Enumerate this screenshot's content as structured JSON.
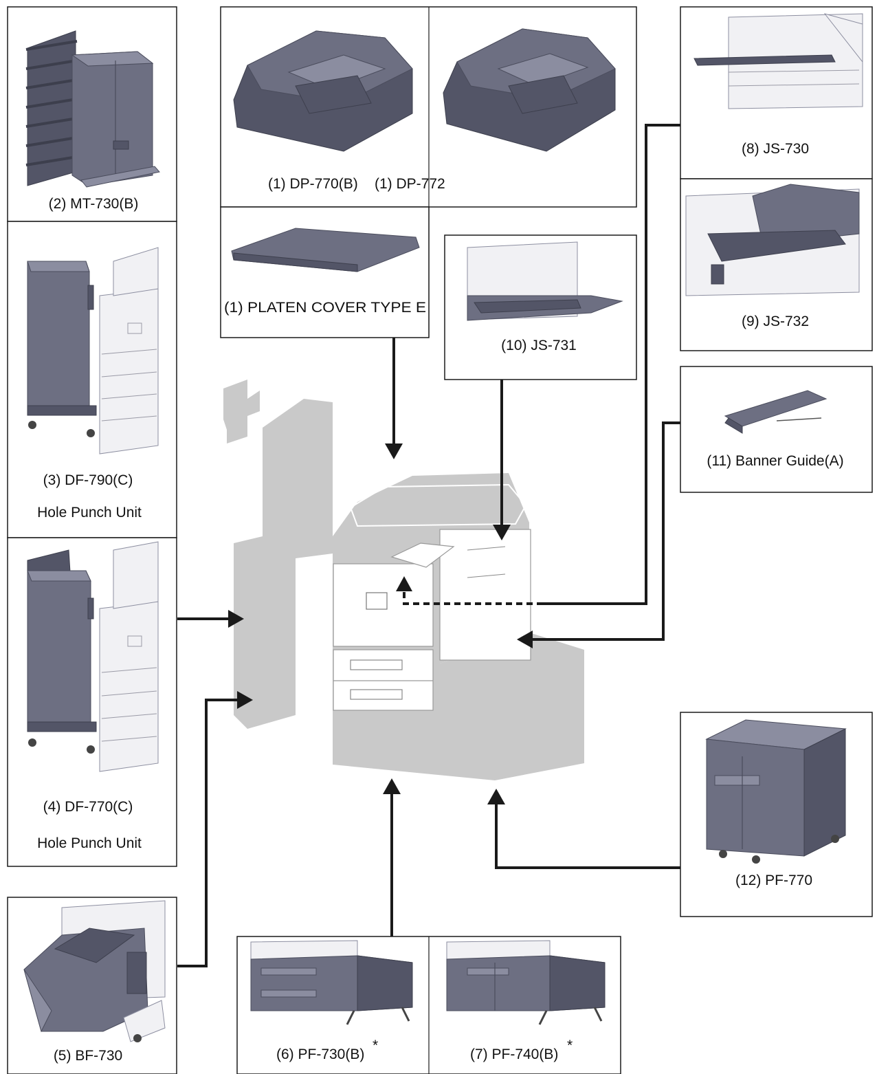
{
  "labels": {
    "dp770b": "(1) DP-770(B)",
    "dp772": "(1) DP-772",
    "platen": "(1) PLATEN COVER TYPE E",
    "mt730b": "(2) MT-730(B)",
    "df790c": "(3) DF-790(C)",
    "df790c_sub": "Hole Punch Unit",
    "df770c": "(4) DF-770(C)",
    "df770c_sub": "Hole Punch Unit",
    "bf730": "(5) BF-730",
    "pf730b": "(6) PF-730(B)",
    "pf740b": "(7) PF-740(B)",
    "asterisk": "*",
    "js730": "(8) JS-730",
    "js732": "(9) JS-732",
    "js731": "(10) JS-731",
    "banner": "(11) Banner Guide(A)",
    "pf770": "(12) PF-770"
  },
  "colors": {
    "device": "#6d6f82",
    "silhouette": "#c9c9c9",
    "line": "#1a1a1a"
  }
}
